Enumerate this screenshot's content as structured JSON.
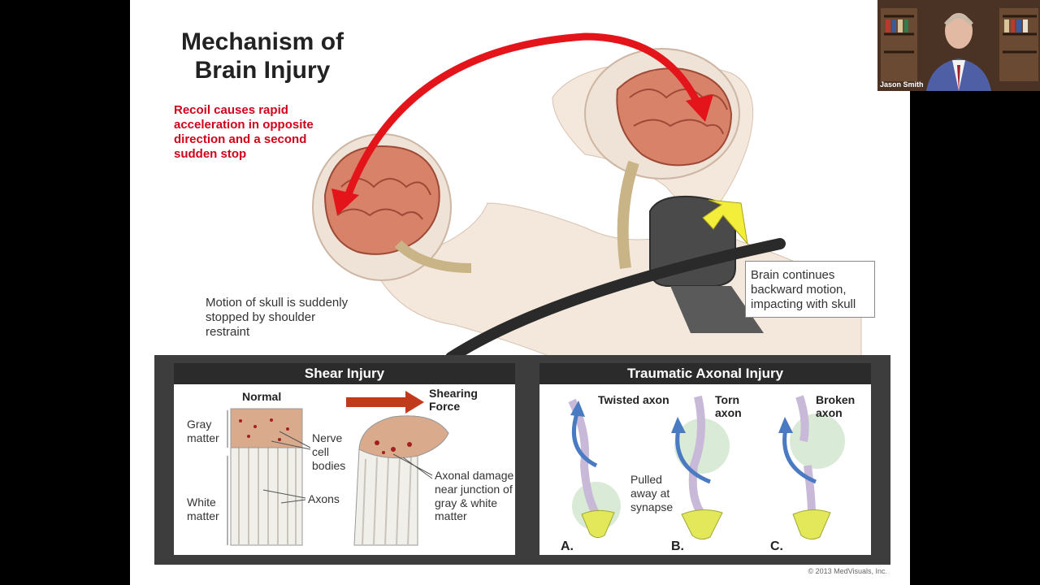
{
  "slide": {
    "title_line1": "Mechanism of",
    "title_line2": "Brain Injury",
    "recoil_text": "Recoil causes rapid acceleration in opposite direction and a second sudden stop",
    "skull_caption": "Motion of skull is suddenly stopped by shoulder restraint",
    "brain_caption": "Brain continues backward motion, impacting with skull",
    "copyright": "© 2013 MedVisuals, Inc."
  },
  "shear_panel": {
    "header": "Shear Injury",
    "normal": "Normal",
    "shearing_force": "Shearing Force",
    "gray_matter": "Gray matter",
    "white_matter": "White matter",
    "nerve_cell_bodies": "Nerve cell bodies",
    "axons": "Axons",
    "axonal_damage": "Axonal damage near junction of gray & white matter"
  },
  "axonal_panel": {
    "header": "Traumatic Axonal Injury",
    "twisted_axon": "Twisted axon",
    "torn_axon": "Torn axon",
    "broken_axon": "Broken axon",
    "pulled_away": "Pulled away at synapse",
    "label_a": "A.",
    "label_b": "B.",
    "label_c": "C."
  },
  "video_tile": {
    "name": "Jason Smith"
  },
  "colors": {
    "arrow_red": "#e4141b",
    "text_red": "#d0021b",
    "brain": "#d9826a",
    "panel_dark": "#2b2b2b",
    "yellow_arrow": "#f2ee3a"
  }
}
